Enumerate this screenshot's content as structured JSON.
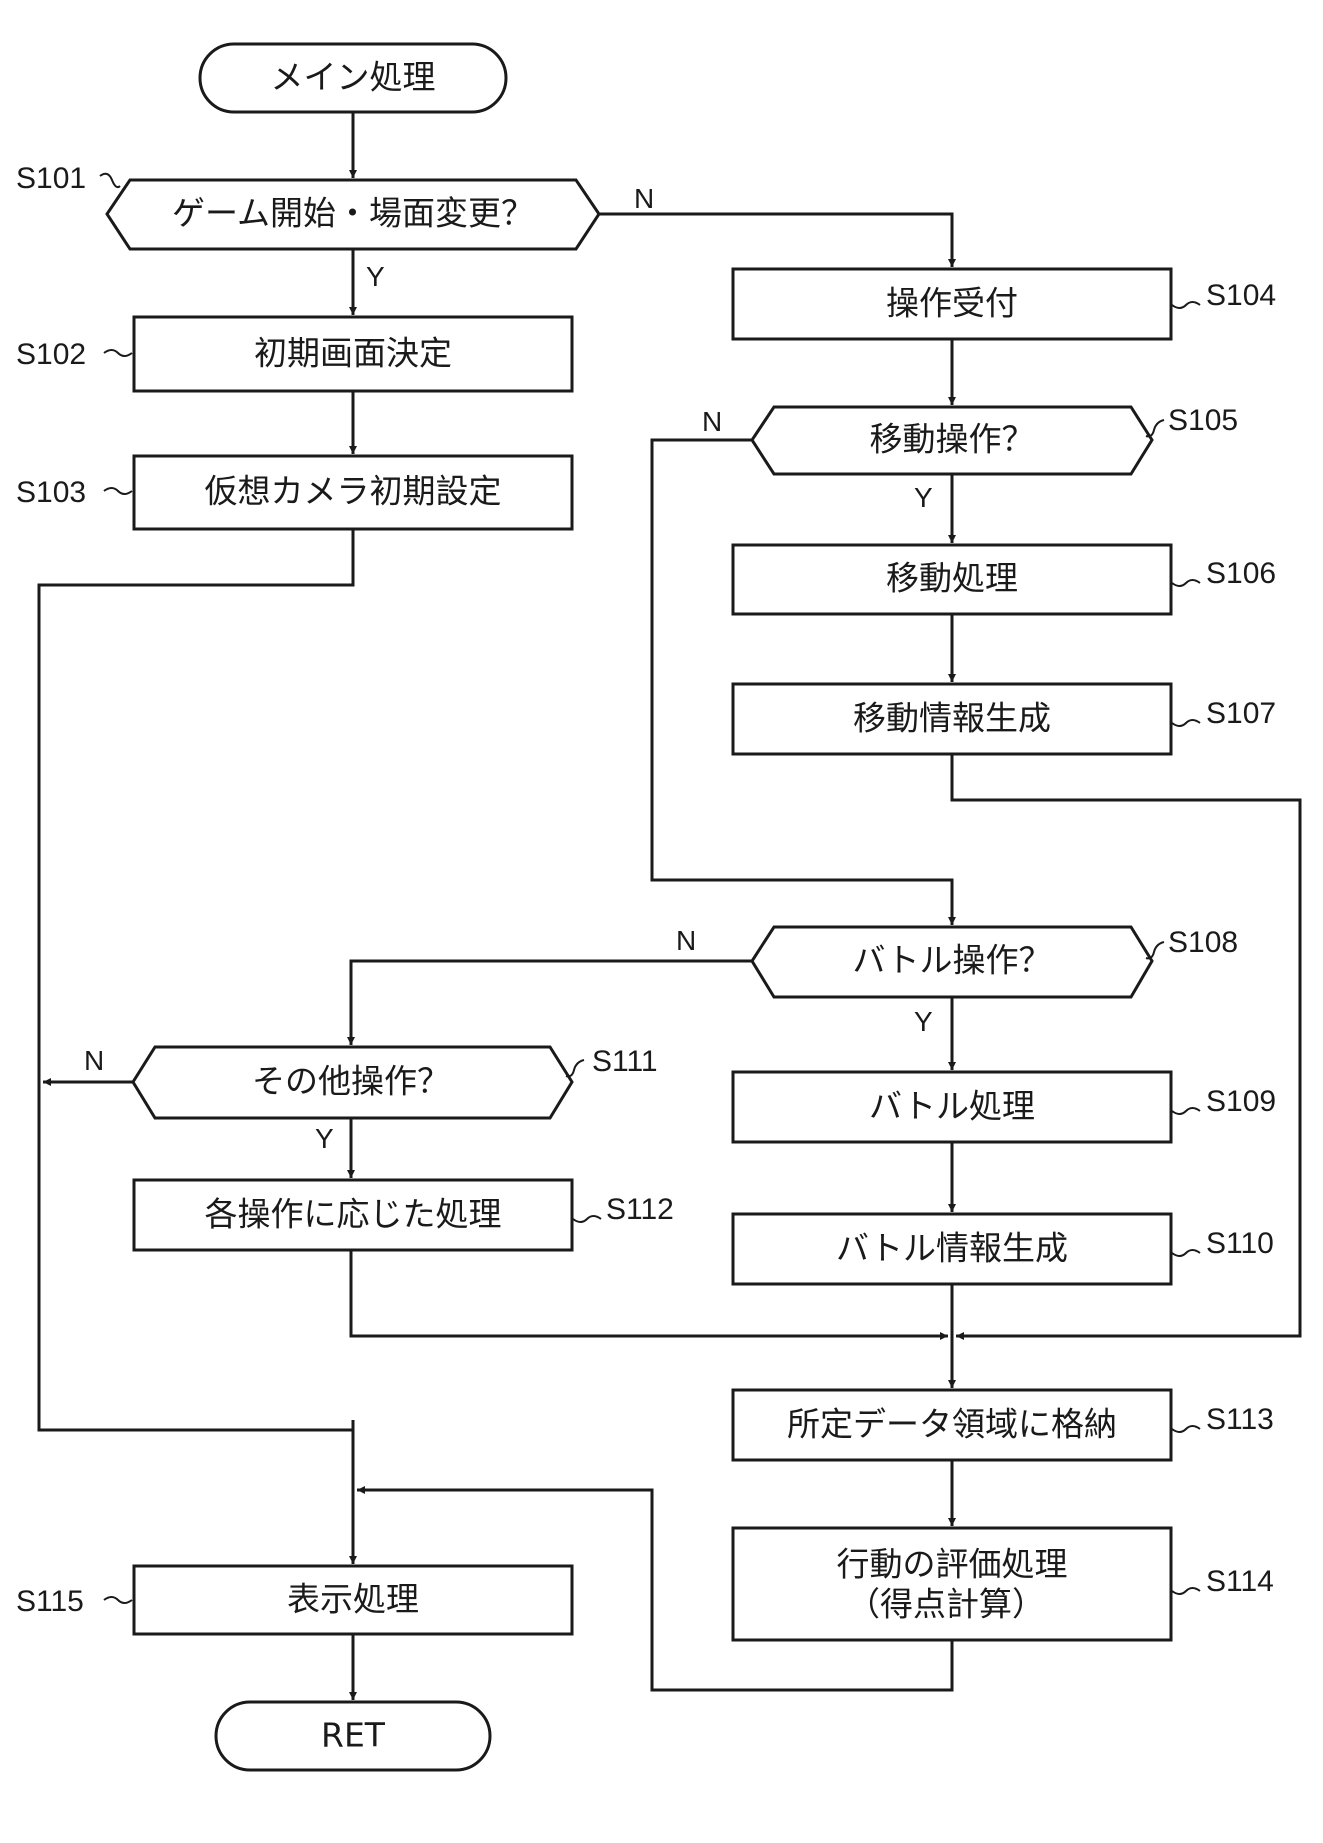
{
  "nodes": {
    "start": "メイン処理",
    "s101": "ゲーム開始・場面変更？",
    "s102": "初期画面決定",
    "s103": "仮想カメラ初期設定",
    "s104": "操作受付",
    "s105": "移動操作？",
    "s106": "移動処理",
    "s107": "移動情報生成",
    "s108": "バトル操作？",
    "s109": "バトル処理",
    "s110": "バトル情報生成",
    "s111": "その他操作？",
    "s112": "各操作に応じた処理",
    "s113": "所定データ領域に格納",
    "s114_line1": "行動の評価処理",
    "s114_line2": "（得点計算）",
    "s115": "表示処理",
    "end": "RET"
  },
  "steps": {
    "s101": "S101",
    "s102": "S102",
    "s103": "S103",
    "s104": "S104",
    "s105": "S105",
    "s106": "S106",
    "s107": "S107",
    "s108": "S108",
    "s109": "S109",
    "s110": "S110",
    "s111": "S111",
    "s112": "S112",
    "s113": "S113",
    "s114": "S114",
    "s115": "S115"
  },
  "branches": {
    "yes": "Y",
    "no": "N"
  },
  "colors": {
    "line": "#1a1a1a",
    "background": "#ffffff"
  }
}
